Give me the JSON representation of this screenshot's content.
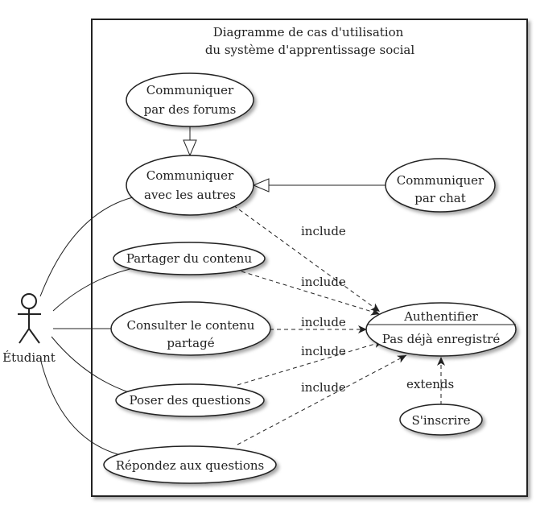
{
  "system": {
    "title_line1": "Diagramme de cas d'utilisation",
    "title_line2": "du système d'apprentissage social"
  },
  "actor": {
    "label": "Étudiant"
  },
  "use_cases": {
    "forums": {
      "line1": "Communiquer",
      "line2": "par des forums"
    },
    "autres": {
      "line1": "Communiquer",
      "line2": "avec les autres"
    },
    "chat": {
      "line1": "Communiquer",
      "line2": "par chat"
    },
    "partager": {
      "line1": "Partager du contenu"
    },
    "consulter": {
      "line1": "Consulter le contenu",
      "line2": "partagé"
    },
    "poser": {
      "line1": "Poser des questions"
    },
    "repondez": {
      "line1": "Répondez aux questions"
    },
    "authentifier": {
      "line1": "Authentifier",
      "line2": "Pas déjà enregistré"
    },
    "inscrire": {
      "line1": "S'inscrire"
    }
  },
  "relations": {
    "include_1": "include",
    "include_2": "include",
    "include_3": "include",
    "include_4": "include",
    "include_5": "include",
    "extends": "extends"
  }
}
